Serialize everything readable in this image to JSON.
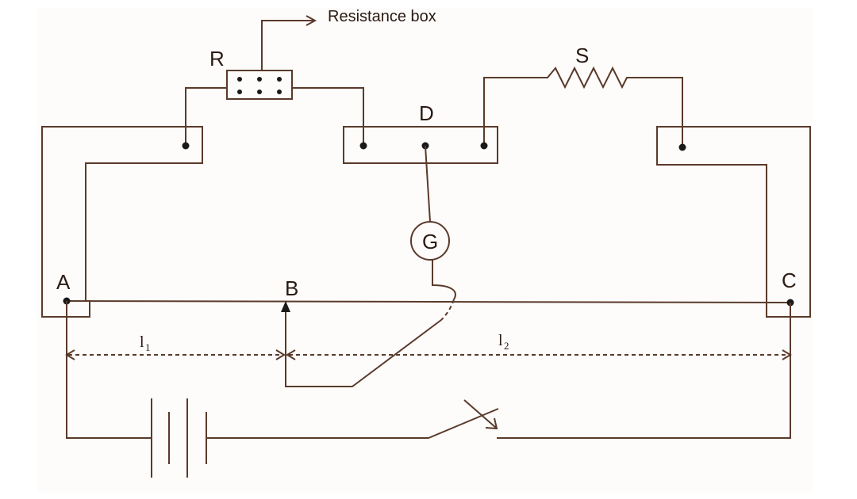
{
  "diagram": {
    "labels": {
      "resistance_box": "Resistance box",
      "R": "R",
      "S": "S",
      "D": "D",
      "G": "G",
      "A": "A",
      "B": "B",
      "C": "C",
      "l1_main": "l",
      "l1_sub": "1",
      "l2_main": "l",
      "l2_sub": "2"
    },
    "colors": {
      "wire": "#5a3a2a",
      "background": "#fdfcfb"
    }
  }
}
